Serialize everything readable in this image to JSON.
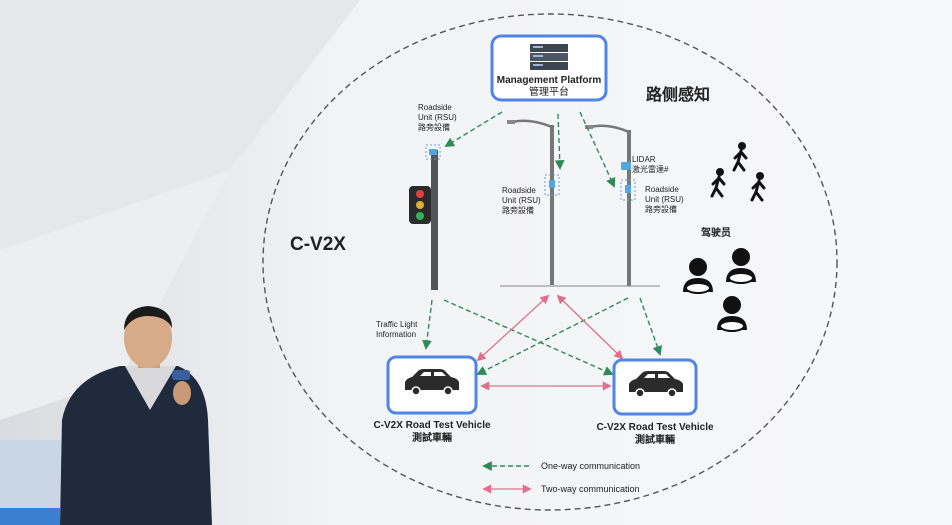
{
  "platform": {
    "title_en": "Management Platform",
    "title_zh": "管理平台"
  },
  "roadside_sensing": "路侧感知",
  "c_v2x": "C-V2X",
  "rsu_labels": [
    {
      "line1": "Roadside",
      "line2": "Unit (RSU)",
      "line3": "路旁設備"
    },
    {
      "line1": "Roadside",
      "line2": "Unit (RSU)",
      "line3": "路旁設備"
    },
    {
      "line1": "Roadside",
      "line2": "Unit (RSU)",
      "line3": "路旁設備"
    }
  ],
  "lidar": {
    "line1": "LIDAR",
    "line2": "激光雷達#"
  },
  "drivers_label": "驾驶员",
  "traffic_light_info": {
    "line1": "Traffic Light",
    "line2": "Information"
  },
  "vehicles": [
    {
      "title_en": "C-V2X Road Test Vehicle",
      "title_zh": "測試車輛"
    },
    {
      "title_en": "C-V2X Road Test Vehicle",
      "title_zh": "測試車輛"
    }
  ],
  "legend": {
    "one_way": "One-way communication",
    "two_way": "Two-way communication"
  },
  "colors": {
    "box_border": "#4f86e6",
    "one_way_arrow": "#2e8b57",
    "two_way_arrow": "#e0708a",
    "circle": "#555555"
  },
  "icons": [
    "server-icon",
    "traffic-light-icon",
    "street-pole-icon",
    "lidar-icon",
    "pedestrian-icon",
    "driver-icon",
    "car-icon"
  ]
}
